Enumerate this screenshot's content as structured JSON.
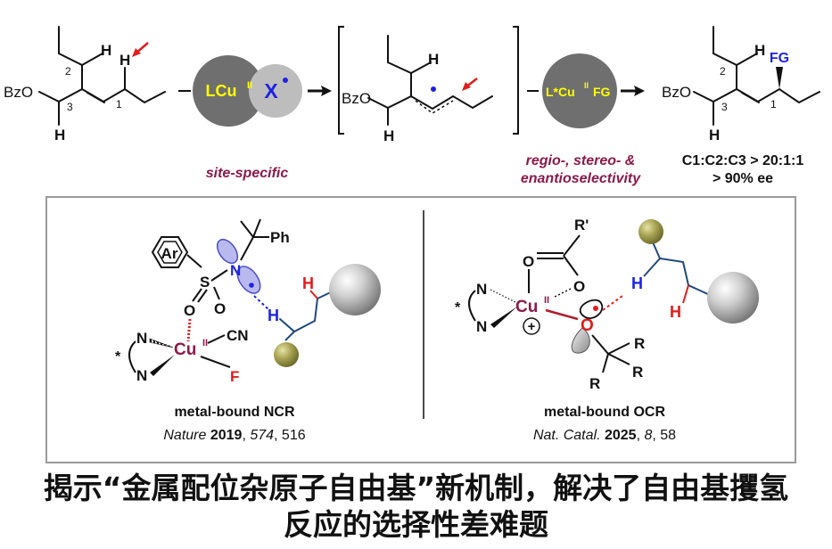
{
  "colors": {
    "dark_red": "#8b1a4a",
    "blue": "#1d22e6",
    "red": "#e31b1b",
    "yellow": "#ffff00",
    "gray_dark": "#6f6f6f",
    "gray_light": "#bdbdbd",
    "olive": "#9e9a4a",
    "orbital": "#b9b9ee"
  },
  "top": {
    "reactant": {
      "bzo": "BzO",
      "h_top": "H",
      "h_bottom": "H",
      "n2": "2",
      "n3": "3",
      "n1": "1"
    },
    "catalyst": {
      "lcu": "LCu",
      "lcu_ox": "II",
      "x": "X"
    },
    "intermediate": {
      "bzo": "BzO",
      "h_top": "H",
      "h_bottom": "H"
    },
    "reagent": {
      "label": "L*Cu",
      "ox": "II",
      "fg": "FG"
    },
    "product": {
      "bzo": "BzO",
      "h_top": "H",
      "h_bottom": "H",
      "fg": "FG",
      "n2": "2",
      "n3": "3",
      "n1": "1"
    },
    "site_specific": "site-specific",
    "selectivity_line1": "regio-, stereo- &",
    "selectivity_line2": "enantioselectivity",
    "ratio": "C1:C2:C3 > 20:1:1",
    "ee": "> 90% ee"
  },
  "left_panel": {
    "ar": "Ar",
    "s": "S",
    "n": "N",
    "ph": "Ph",
    "o": "O",
    "h_red": "H",
    "h_blue": "H",
    "n_upper": "N",
    "n_lower": "N",
    "star": "*",
    "cu": "Cu",
    "cu_ox": "II",
    "cn": "CN",
    "f": "F",
    "title": "metal-bound NCR",
    "ref_journal": "Nature",
    "ref_year": "2019",
    "ref_volume": "574",
    "ref_page": "516"
  },
  "right_panel": {
    "r_prime": "R'",
    "o_top": "O",
    "o_right": "O",
    "o_radical": "O",
    "h_blue": "H",
    "h_red": "H",
    "n_upper": "N",
    "n_lower": "N",
    "star": "*",
    "cu": "Cu",
    "cu_ox": "II",
    "plus": "+",
    "r1": "R",
    "r2": "R",
    "r3": "R",
    "title": "metal-bound OCR",
    "ref_journal": "Nat. Catal.",
    "ref_year": "2025",
    "ref_volume": "8",
    "ref_page": "58"
  },
  "caption": {
    "line1": "揭示“金属配位杂原子自由基”新机制，解决了自由基攫氢",
    "line2": "反应的选择性差难题"
  }
}
